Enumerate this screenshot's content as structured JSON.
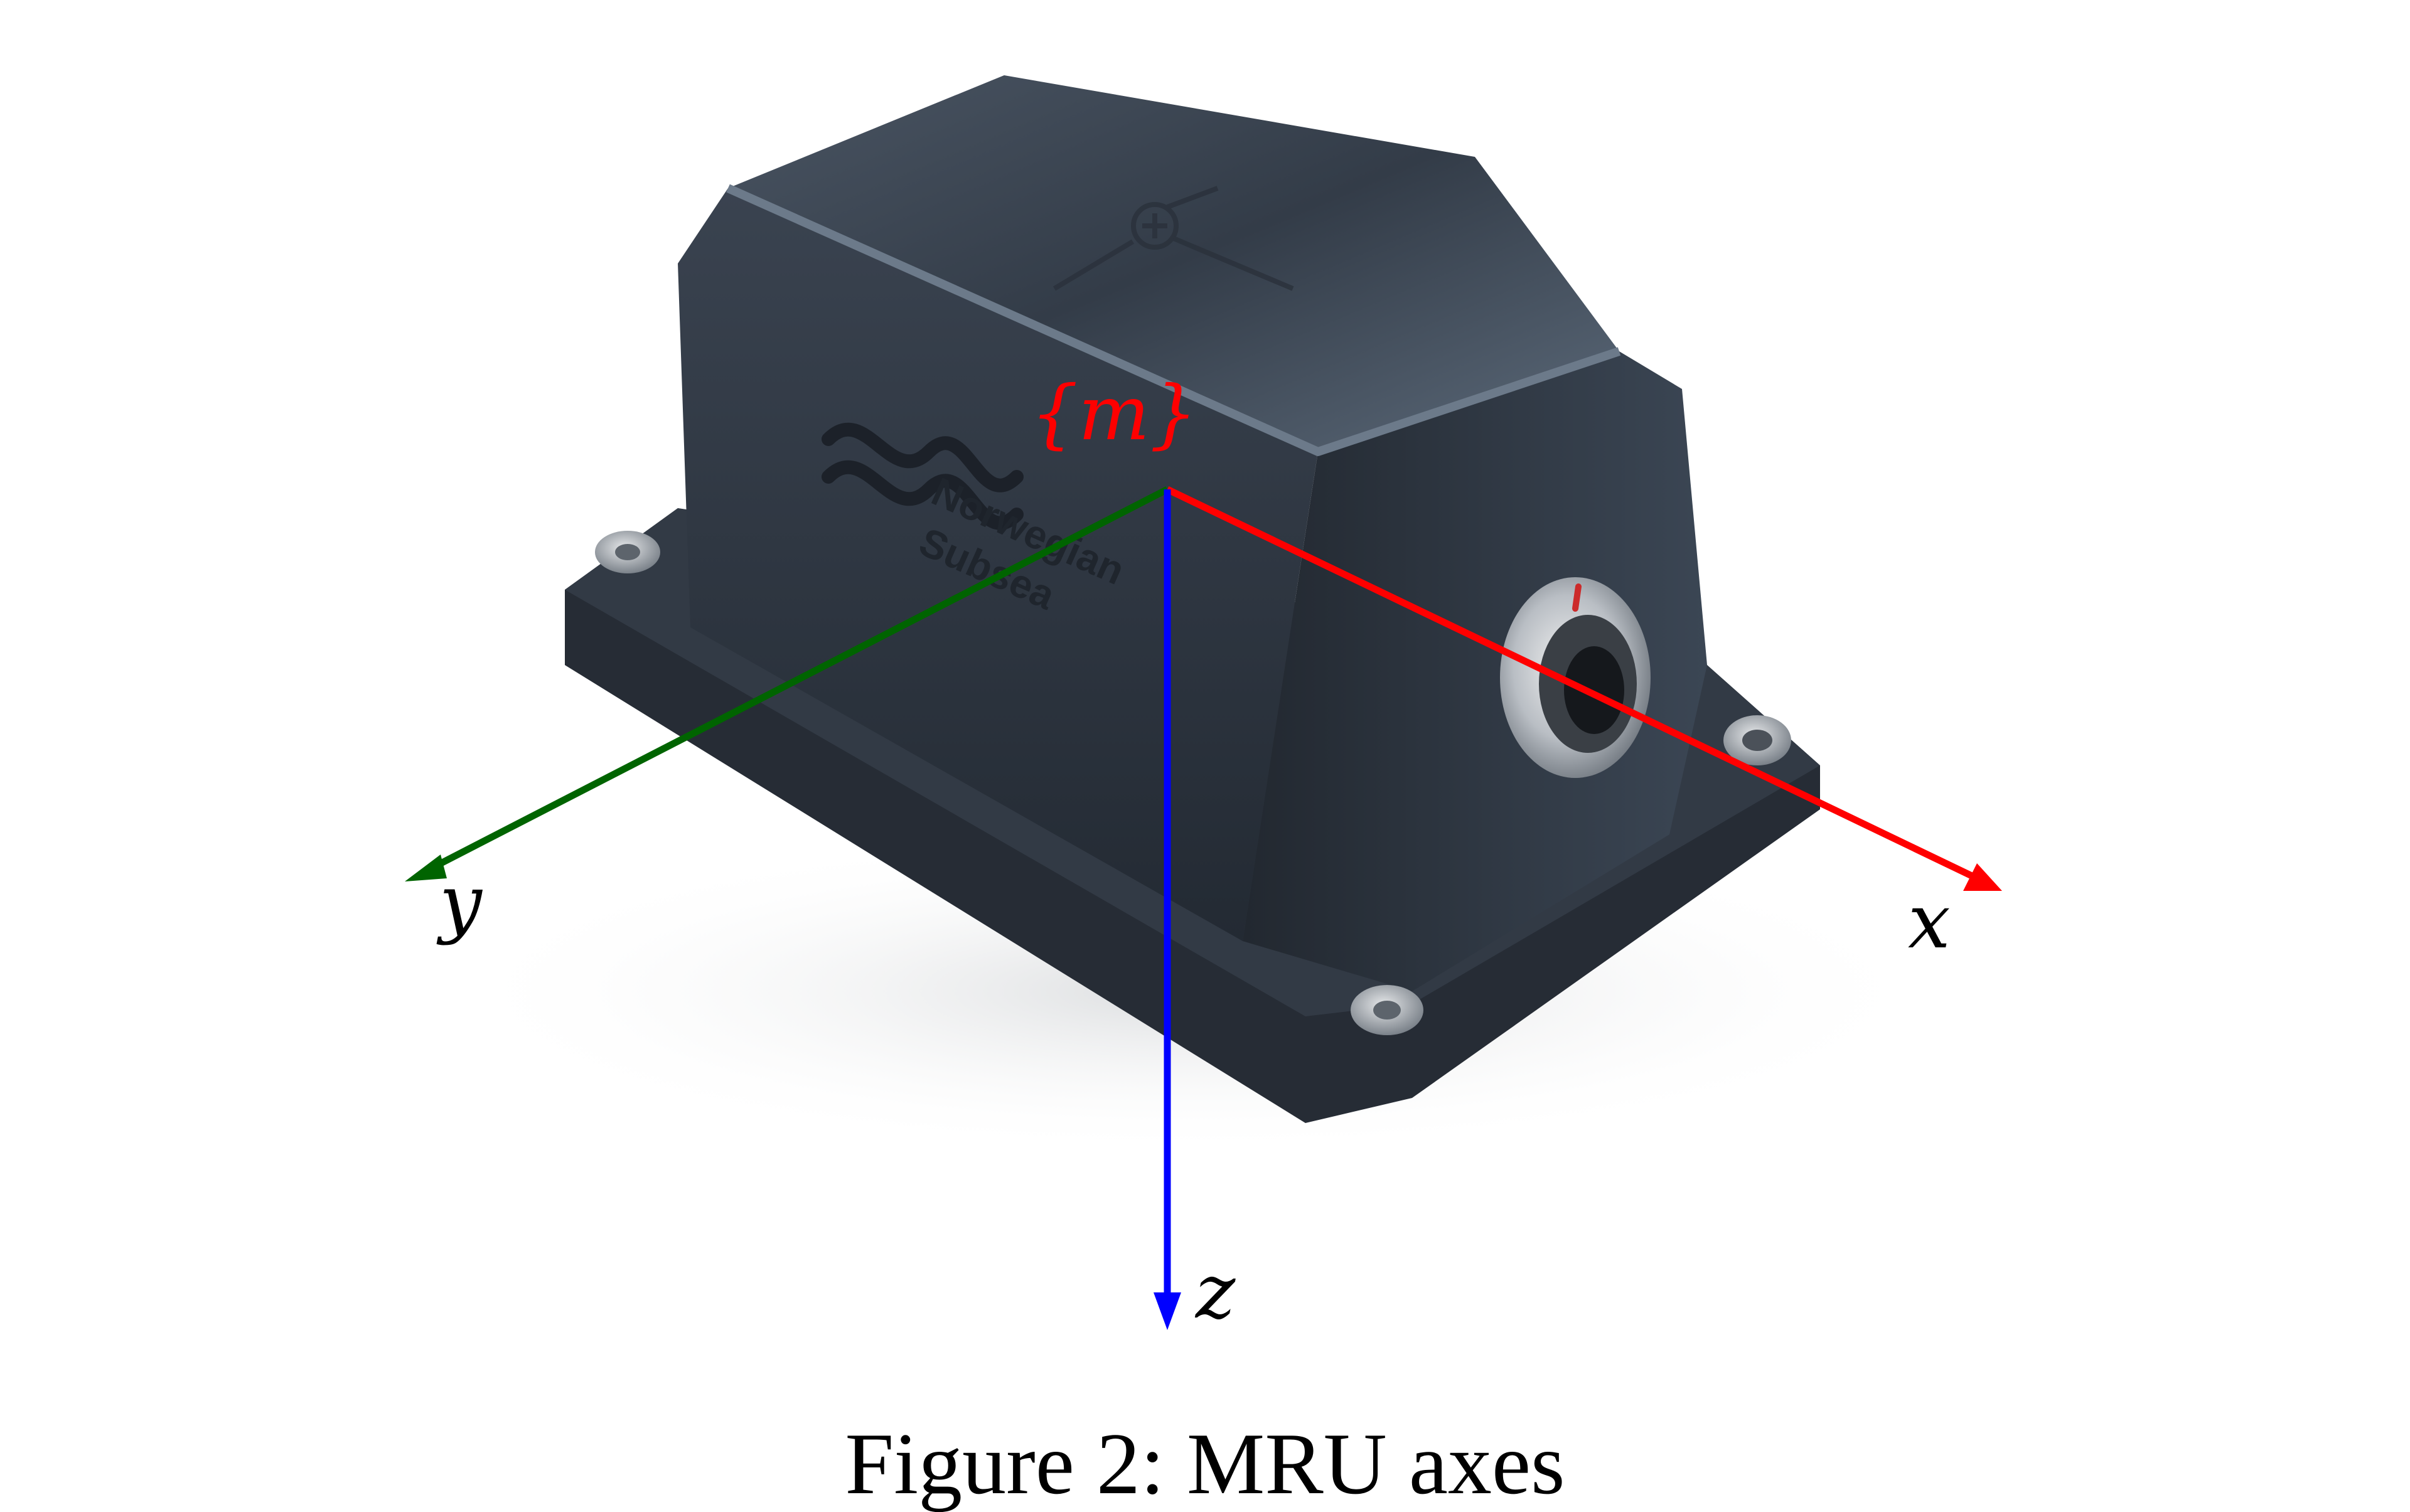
{
  "device": {
    "brand_line1": "Norwegian",
    "brand_line2": "Subsea",
    "body_color": "#2c3440",
    "top_color": "#3a4452",
    "base_color": "#262c35"
  },
  "frame": {
    "label": "{m}",
    "color": "#ff0000"
  },
  "axes": {
    "x": {
      "label": "x",
      "color": "#ff0000"
    },
    "y": {
      "label": "y",
      "color": "#006400"
    },
    "z": {
      "label": "z",
      "color": "#0000ff"
    }
  },
  "caption": {
    "text": "Figure 2: MRU axes"
  }
}
